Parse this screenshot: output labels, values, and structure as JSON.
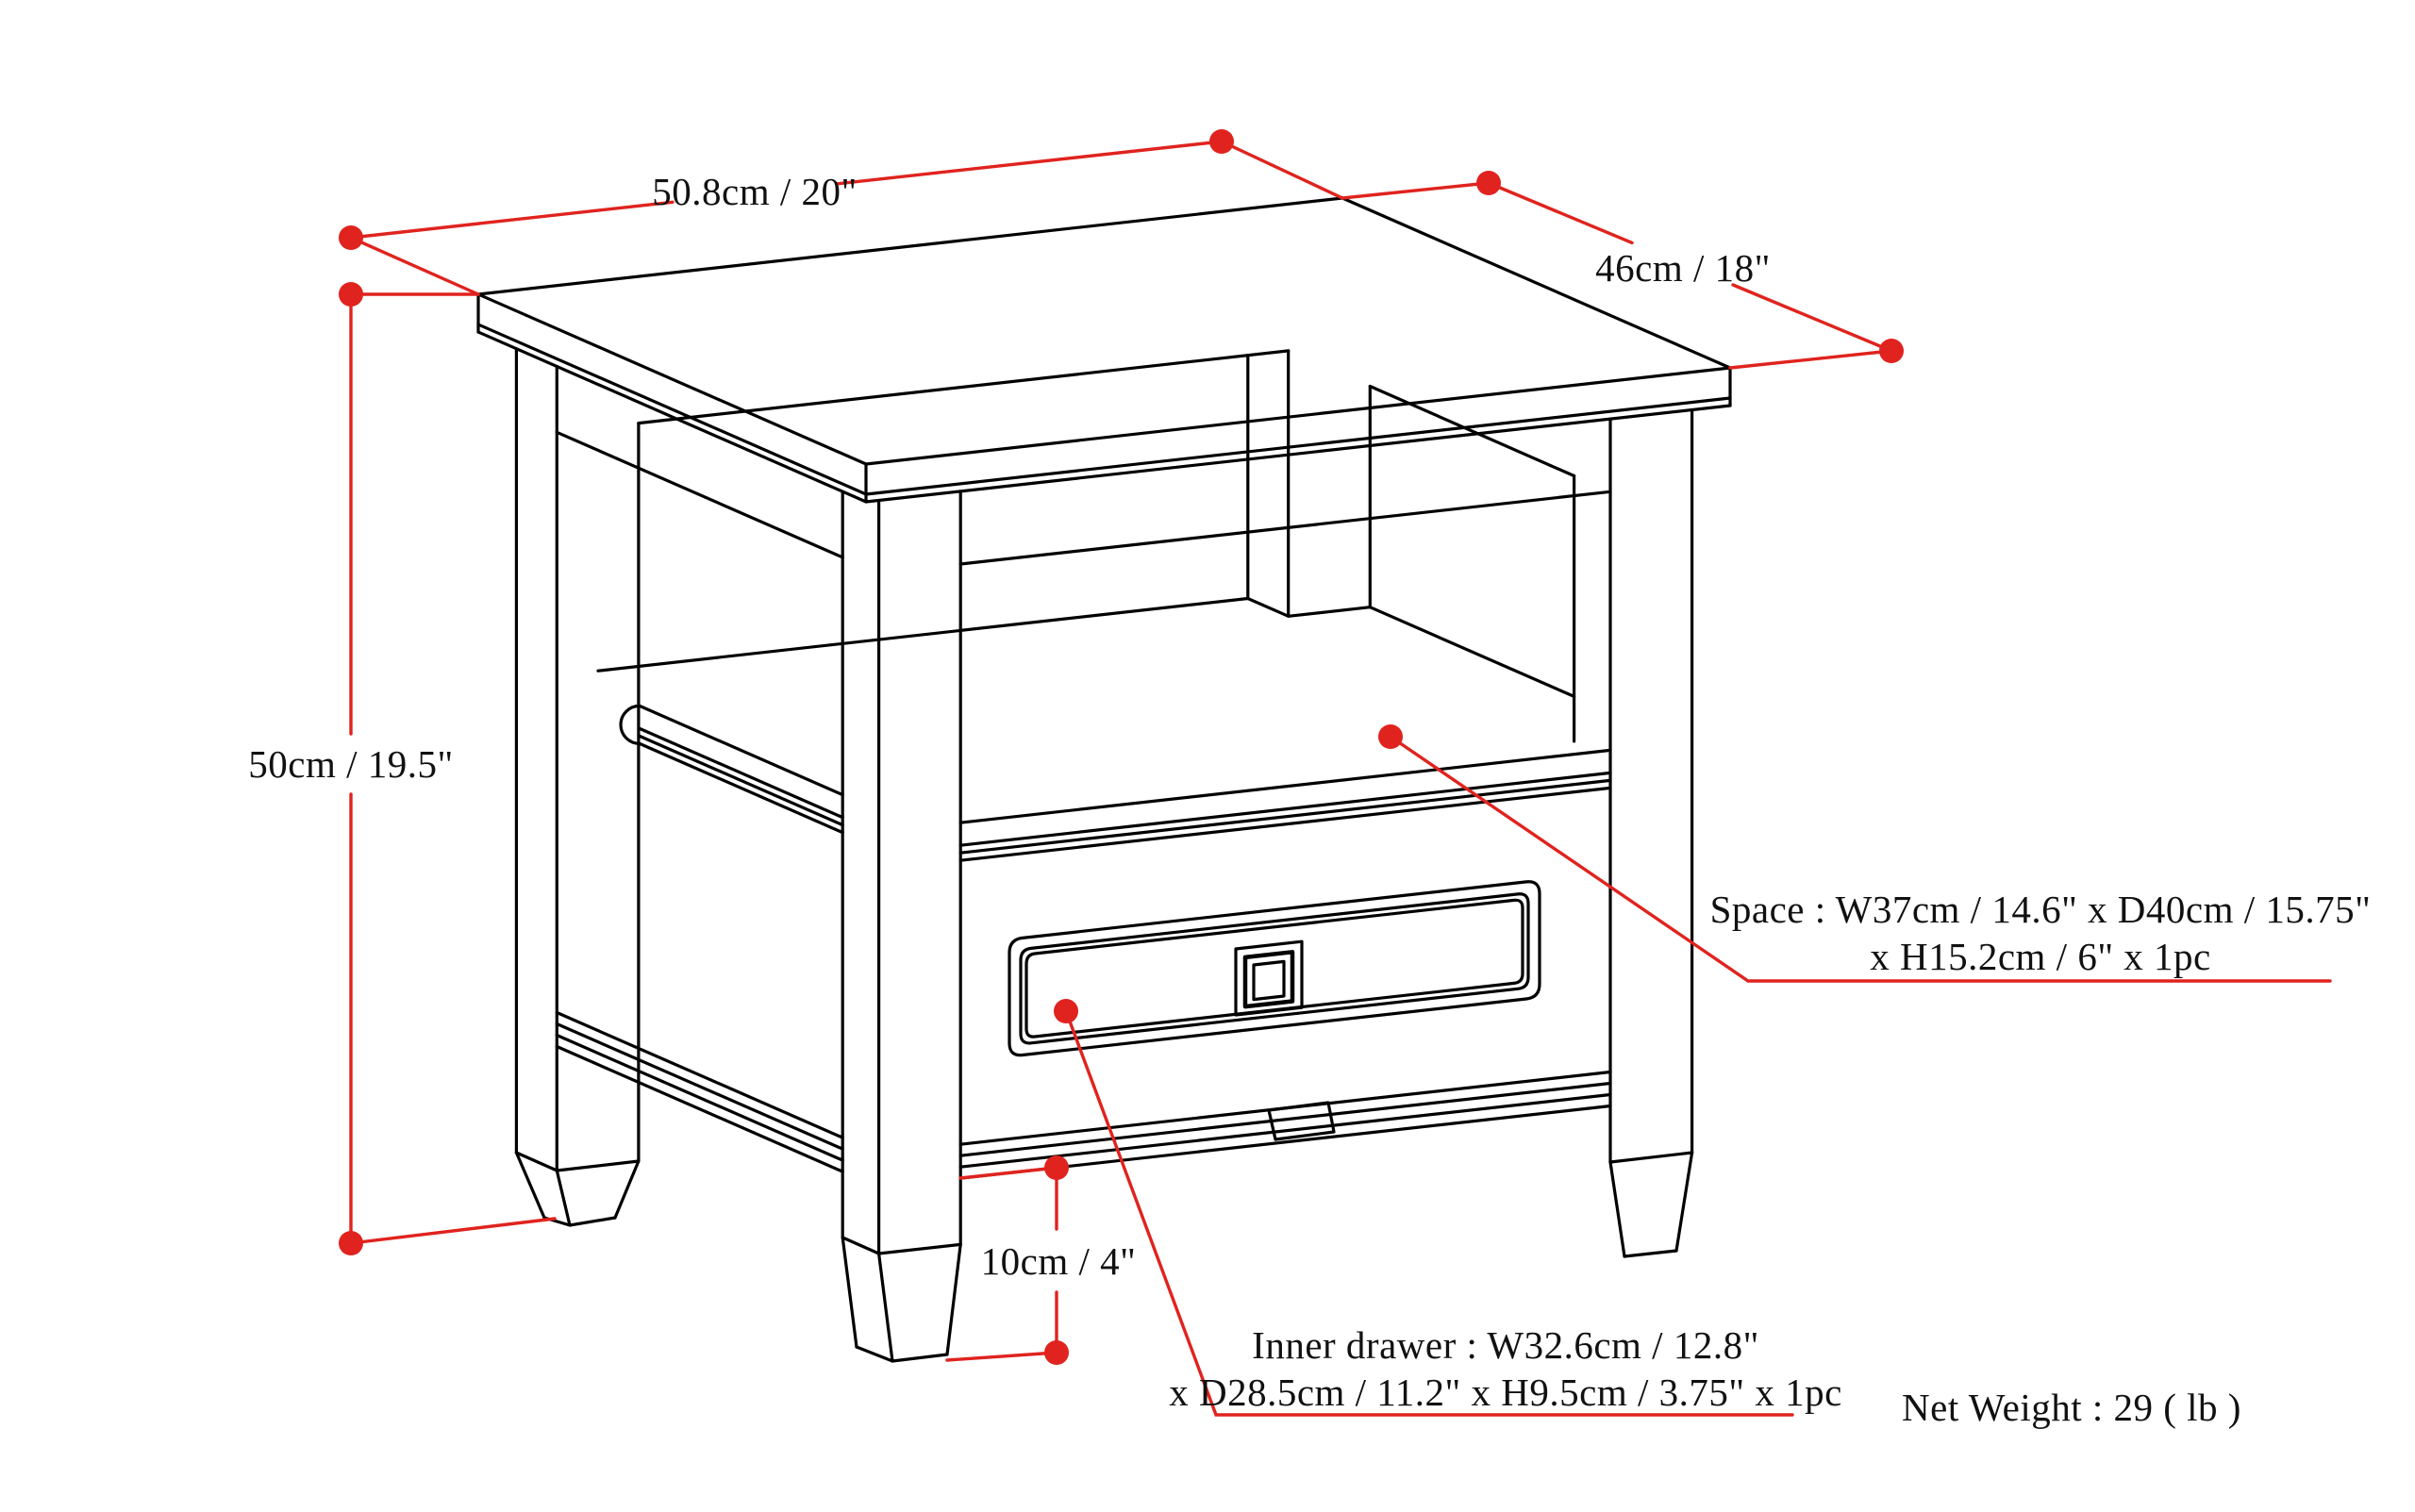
{
  "diagram": {
    "type": "furniture-dimension-drawing",
    "product": "end table with drawer and open shelf",
    "background_color": "#ffffff",
    "line_color": "#000000",
    "annotation_color": "#e0231e",
    "dimensions": {
      "top_width": "50.8cm / 20\"",
      "top_depth": "46cm / 18\"",
      "height": "50cm / 19.5\"",
      "foot_height": "10cm / 4\"",
      "space_line1": "Space : W37cm / 14.6\" x D40cm / 15.75\"",
      "space_line2": "x H15.2cm / 6\" x 1pc",
      "inner_drawer_line1": "Inner drawer : W32.6cm / 12.8\"",
      "inner_drawer_line2": "x D28.5cm / 11.2\" x H9.5cm / 3.75\" x 1pc",
      "net_weight": "Net Weight : 29 ( lb )"
    }
  }
}
